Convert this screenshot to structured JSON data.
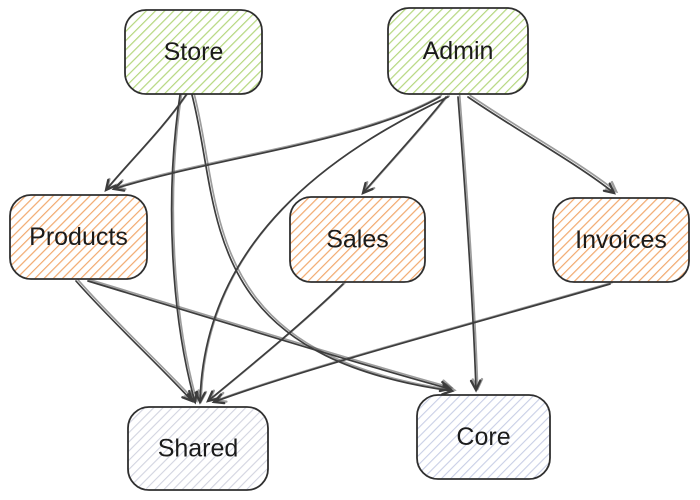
{
  "diagram": {
    "type": "dependency-graph",
    "nodes": {
      "store": {
        "label": "Store",
        "group": "app"
      },
      "admin": {
        "label": "Admin",
        "group": "app"
      },
      "products": {
        "label": "Products",
        "group": "module"
      },
      "sales": {
        "label": "Sales",
        "group": "module"
      },
      "invoices": {
        "label": "Invoices",
        "group": "module"
      },
      "shared": {
        "label": "Shared",
        "group": "base"
      },
      "core": {
        "label": "Core",
        "group": "base"
      }
    },
    "edges": [
      {
        "from": "Store",
        "to": "Products"
      },
      {
        "from": "Store",
        "to": "Shared"
      },
      {
        "from": "Store",
        "to": "Core"
      },
      {
        "from": "Admin",
        "to": "Products"
      },
      {
        "from": "Admin",
        "to": "Sales"
      },
      {
        "from": "Admin",
        "to": "Invoices"
      },
      {
        "from": "Admin",
        "to": "Shared"
      },
      {
        "from": "Admin",
        "to": "Core"
      },
      {
        "from": "Products",
        "to": "Shared"
      },
      {
        "from": "Products",
        "to": "Core"
      },
      {
        "from": "Sales",
        "to": "Shared"
      },
      {
        "from": "Invoices",
        "to": "Shared"
      }
    ],
    "colors": {
      "app_hatch": "#b5d77e",
      "module_hatch": "#f2a96e",
      "shared_hatch": "#d2d4e0",
      "core_hatch": "#c9cfe6",
      "hatch_bg": "#ffffff",
      "node_border": "#2f2f2f",
      "edge": "#3d3d3d",
      "label": "#1b1b1b"
    }
  }
}
